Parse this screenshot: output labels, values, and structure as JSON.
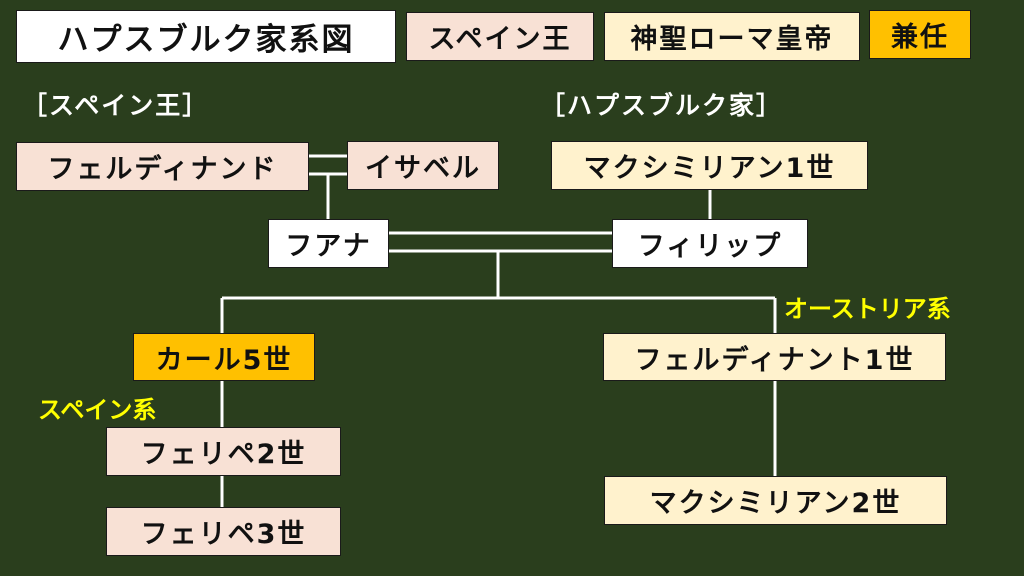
{
  "title": "ハプスブルク家系図",
  "legend": {
    "spain_king": "スペイン王",
    "hre_emperor": "神聖ローマ皇帝",
    "both": "兼任"
  },
  "section_labels": {
    "spain": "［スペイン王］",
    "habsburg": "［ハプスブルク家］"
  },
  "people": {
    "ferdinand": "フェルディナンド",
    "isabel": "イサベル",
    "maximilian1": "マクシミリアン1世",
    "juana": "フアナ",
    "philipp": "フィリップ",
    "karl5": "カール5世",
    "ferdinand1": "フェルディナント1世",
    "felipe2": "フェリペ2世",
    "felipe3": "フェリペ3世",
    "maximilian2": "マクシミリアン2世"
  },
  "branches": {
    "austria": "オーストリア系",
    "spain": "スペイン系"
  },
  "colors": {
    "background": "#2a3e1d",
    "spain_king": "#f8e1d5",
    "hre_emperor": "#fff2cd",
    "both": "#ffc000",
    "branch_text": "#ffff00"
  }
}
